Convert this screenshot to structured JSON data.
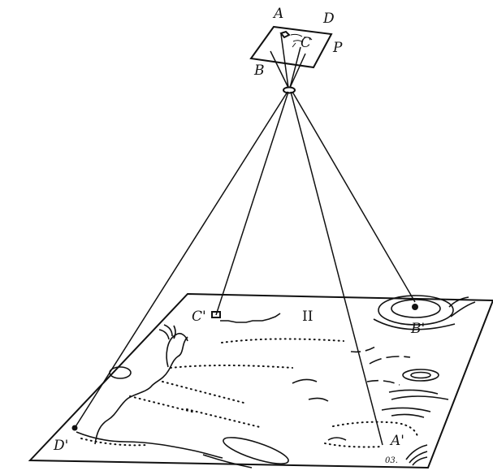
{
  "diagram": {
    "points": {
      "A": "A",
      "D": "D",
      "B": "B",
      "C": "C",
      "P": "P",
      "A_prime": "A'",
      "B_prime": "B'",
      "C_prime": "C'",
      "D_prime": "D'"
    },
    "plane_label": "II",
    "corner_marker": "03."
  },
  "colors": {
    "ink": "#111111",
    "background": "#ffffff"
  }
}
